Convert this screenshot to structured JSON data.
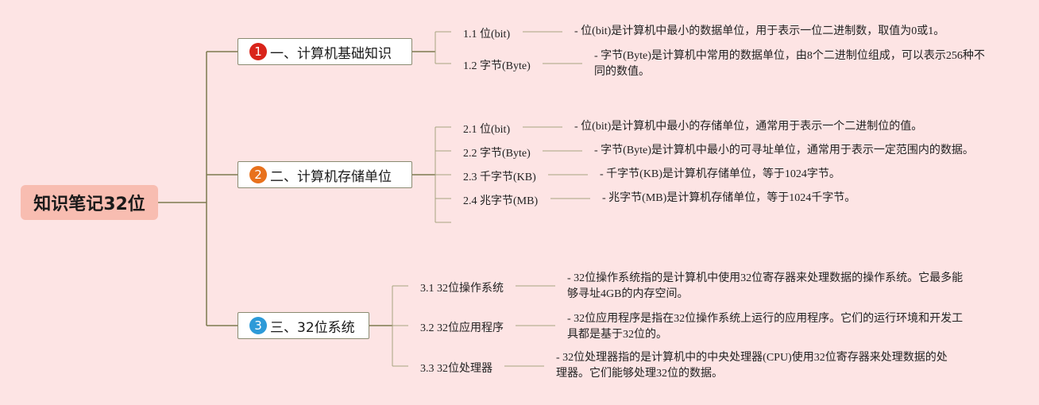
{
  "root": {
    "label": "知识笔记32位"
  },
  "branches": [
    {
      "number": "1",
      "label": "一、计算机基础知识",
      "badge_color": "#d9241a",
      "items": [
        {
          "label": "1.1 位(bit)",
          "desc": "- 位(bit)是计算机中最小的数据单位，用于表示一位二进制数，取值为0或1。"
        },
        {
          "label": "1.2 字节(Byte)",
          "desc": "- 字节(Byte)是计算机中常用的数据单位，由8个二进制位组成，可以表示256种不同的数值。"
        }
      ]
    },
    {
      "number": "2",
      "label": "二、计算机存储单位",
      "badge_color": "#e8711c",
      "items": [
        {
          "label": "2.1 位(bit)",
          "desc": "- 位(bit)是计算机中最小的存储单位，通常用于表示一个二进制位的值。"
        },
        {
          "label": "2.2 字节(Byte)",
          "desc": "- 字节(Byte)是计算机中最小的可寻址单位，通常用于表示一定范围内的数据。"
        },
        {
          "label": "2.3 千字节(KB)",
          "desc": "- 千字节(KB)是计算机存储单位，等于1024字节。"
        },
        {
          "label": "2.4 兆字节(MB)",
          "desc": "- 兆字节(MB)是计算机存储单位，等于1024千字节。"
        }
      ]
    },
    {
      "number": "3",
      "label": "三、32位系统",
      "badge_color": "#2d9ad8",
      "items": [
        {
          "label": "3.1 32位操作系统",
          "desc": "- 32位操作系统指的是计算机中使用32位寄存器来处理数据的操作系统。它最多能够寻址4GB的内存空间。"
        },
        {
          "label": "3.2 32位应用程序",
          "desc": "- 32位应用程序是指在32位操作系统上运行的应用程序。它们的运行环境和开发工具都是基于32位的。"
        },
        {
          "label": "3.3 32位处理器",
          "desc": "- 32位处理器指的是计算机中的中央处理器(CPU)使用32位寄存器来处理数据的处理器。它们能够处理32位的数据。"
        }
      ]
    }
  ],
  "colors": {
    "background": "#fde4e4",
    "root_fill": "#f8bdb1",
    "line": "#7d7a4f",
    "sub_line": "#a6a47f"
  }
}
